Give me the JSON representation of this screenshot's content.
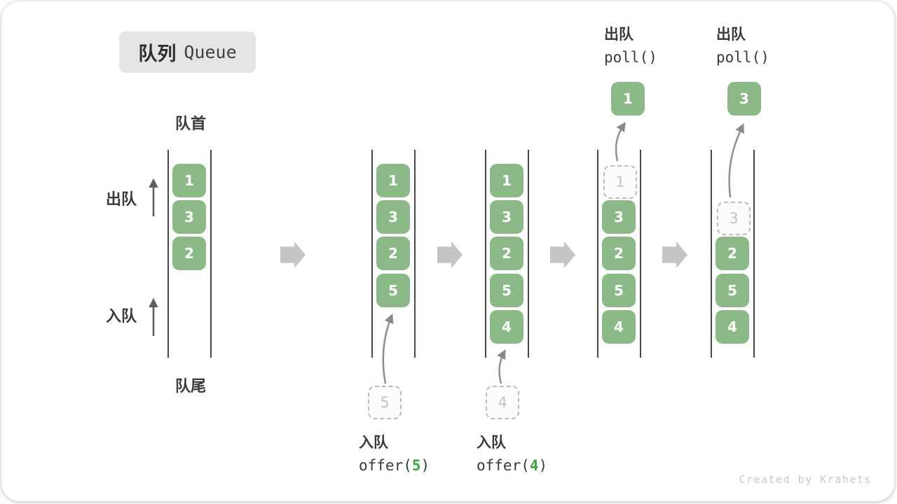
{
  "title": {
    "zh": "队列",
    "en": "Queue"
  },
  "side_labels": {
    "front": "队首",
    "rear": "队尾",
    "dequeue": "出队",
    "enqueue": "入队"
  },
  "columns": [
    {
      "boxes": [
        "1",
        "3",
        "2"
      ]
    },
    {
      "boxes": [
        "1",
        "3",
        "2",
        "5"
      ],
      "incoming": "5"
    },
    {
      "boxes": [
        "1",
        "3",
        "2",
        "5",
        "4"
      ],
      "incoming": "4"
    },
    {
      "dashed": "1",
      "boxes": [
        "3",
        "2",
        "5",
        "4"
      ],
      "popped": "1"
    },
    {
      "dashed": "3",
      "boxes": [
        "2",
        "5",
        "4"
      ],
      "popped": "3"
    }
  ],
  "ops": {
    "enqueue5": {
      "action": "入队",
      "code_pre": "offer(",
      "arg": "5",
      "code_post": ")"
    },
    "enqueue4": {
      "action": "入队",
      "code_pre": "offer(",
      "arg": "4",
      "code_post": ")"
    },
    "dequeue1": {
      "action": "出队",
      "code": "poll()"
    },
    "dequeue2": {
      "action": "出队",
      "code": "poll()"
    }
  },
  "watermark": "Created by Krahets",
  "colors": {
    "box-green": "#8bba88",
    "code-green": "#3fa43f",
    "label-dark": "#3a3a3a",
    "dashed-border": "#bdbdbd",
    "dashed-text": "#c3c3c3",
    "block-arrow": "#c5c5c5",
    "curve-arrow": "#909090",
    "side-arrow": "#5e5e5e",
    "rail": "#474747",
    "title-bg": "#e5e5e5",
    "watermark-gray": "#c9c9c9"
  }
}
